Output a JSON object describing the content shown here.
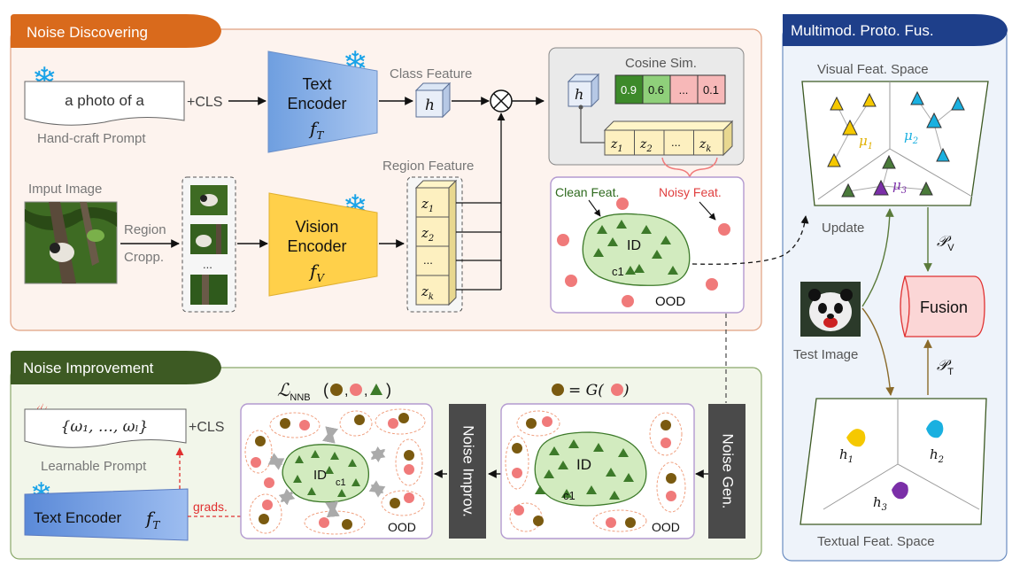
{
  "sections": {
    "noise_discovering": "Noise Discovering",
    "noise_improvement": "Noise Improvement",
    "fusion_panel": "Multimod. Proto. Fus."
  },
  "discover": {
    "prompt_text": "a photo of a",
    "plus_cls": "+CLS",
    "prompt_caption": "Hand-craft Prompt",
    "text_encoder_line1": "Text",
    "text_encoder_line2": "Encoder",
    "text_encoder_symbol": "f",
    "text_encoder_sub": "T",
    "class_feature": "Class Feature",
    "h": "h",
    "cosine_title": "Cosine Sim.",
    "cosine_values": [
      "0.9",
      "0.6",
      "...",
      "0.1"
    ],
    "z_row": [
      "z",
      "z",
      "...",
      "z"
    ],
    "z_subs": [
      "1",
      "2",
      "",
      "k"
    ],
    "input_image": "Imput Image",
    "region_line1": "Region",
    "region_line2": "Cropp.",
    "crop_dots": "...",
    "vision_encoder_line1": "Vision",
    "vision_encoder_line2": "Encoder",
    "vision_encoder_symbol": "f",
    "vision_encoder_sub": "V",
    "region_feature": "Region Feature",
    "region_z": [
      "z",
      "z",
      "...",
      "z"
    ],
    "region_subs": [
      "1",
      "2",
      "",
      "k"
    ],
    "clean_feat": "Clean Feat.",
    "noisy_feat": "Noisy Feat.",
    "id": "ID",
    "c1": "c1",
    "ood": "OOD"
  },
  "improve": {
    "learnable_prompt": "{ω₁, …, ωₗ}",
    "plus_cls": "+CLS",
    "learnable_caption": "Learnable Prompt",
    "text_encoder": "Text Encoder",
    "text_encoder_symbol": "f",
    "text_encoder_sub": "T",
    "grads": "grads.",
    "loss_symbol": "ℒ",
    "loss_sub": "NNB",
    "generator_eq": "= G(",
    "generator_close": ")",
    "noise_improv": "Noise Improv.",
    "noise_gen": "Noise Gen.",
    "id": "ID",
    "c1": "c1",
    "ood": "OOD"
  },
  "fusion": {
    "visual_space": "Visual Feat. Space",
    "textual_space": "Textual Feat. Space",
    "update": "Update",
    "test_image": "Test Image",
    "fusion": "Fusion",
    "mu": "μ",
    "mu_subs": [
      "1",
      "2",
      "3"
    ],
    "h": "h",
    "h_subs": [
      "1",
      "2",
      "3"
    ],
    "p": "𝒫",
    "p_v_sub": "V",
    "p_t_sub": "T"
  },
  "colors": {
    "orange": "#d96a1c",
    "dark_green": "#3d5a23",
    "navy": "#1e3f8a",
    "green_tri": "#4a7a3a",
    "red_dot": "#f07a7a",
    "olive_dot": "#7a5a10",
    "yellow": "#f5c800",
    "cyan": "#1ab0e0",
    "purple": "#7b2fa8"
  }
}
